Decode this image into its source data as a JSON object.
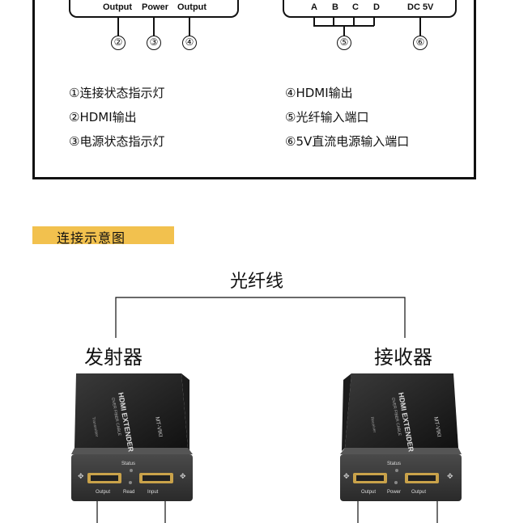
{
  "legend": {
    "transmitter_ports": {
      "output1": "Output",
      "power": "Power",
      "output2": "Output"
    },
    "receiver_ports": {
      "a": "A",
      "b": "B",
      "c": "C",
      "d": "D",
      "dc": "DC 5V"
    },
    "callouts": {
      "c2": "②",
      "c3": "③",
      "c4": "④",
      "c5": "⑤",
      "c6": "⑥"
    },
    "items_left": [
      "①连接状态指示灯",
      "②HDMI输出",
      "③电源状态指示灯"
    ],
    "items_right": [
      "④HDMI输出",
      "⑤光纤输入端口",
      "⑥5V直流电源输入端口"
    ]
  },
  "section": {
    "title": "连接示意图"
  },
  "diagram": {
    "fiber_label": "光纤线",
    "transmitter_label": "发射器",
    "receiver_label": "接收器",
    "transmitter": {
      "brand": "HDMI EXTENDER",
      "sub": "OVER FIBER CABLE",
      "logo": "MT-VIKI",
      "model": "Transmitter",
      "status": "Status",
      "port_left": "Output",
      "port_mid": "Read",
      "port_right": "Input"
    },
    "receiver": {
      "brand": "HDMI EXTENDER",
      "sub": "OVER FIBER CABLE",
      "logo": "MT-VIKI",
      "model": "Receiver",
      "status": "Status",
      "port_left": "Output",
      "port_mid": "Power",
      "port_right": "Output"
    }
  }
}
